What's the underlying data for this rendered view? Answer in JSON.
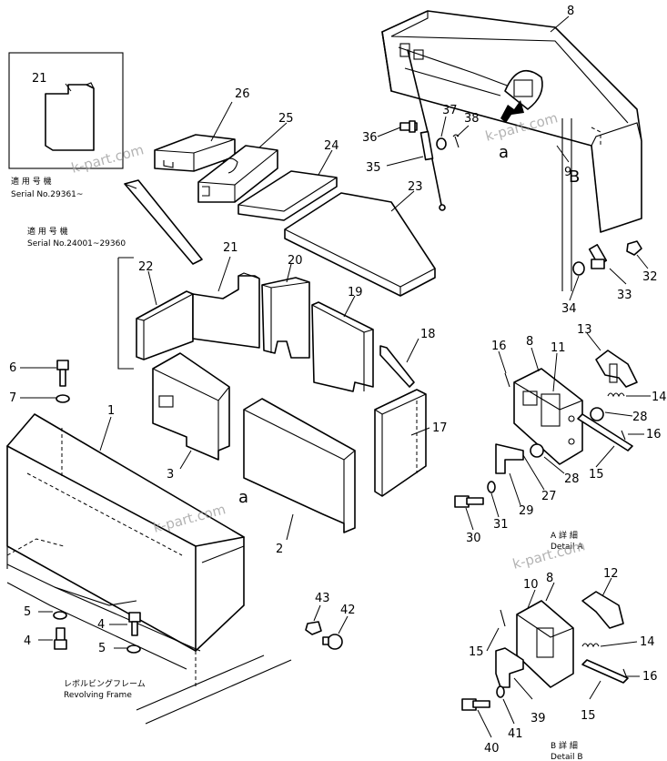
{
  "notes": {
    "inset_jp": "適 用 号 機",
    "inset_serial": "Serial No.29361~",
    "main_jp": "適 用 号 機",
    "main_serial": "Serial No.24001~29360",
    "frame_jp": "レボルビングフレーム",
    "frame_en": "Revolving Frame",
    "detail_a_jp": "A  詳  細",
    "detail_a_en": "Detail A",
    "detail_b_jp": "B  詳  細",
    "detail_b_en": "Detail B"
  },
  "letters": {
    "a_top": "a",
    "b_top": "B",
    "a_mid": "a"
  },
  "watermarks": [
    "k-part.com",
    "k-part.com",
    "k-part.com",
    "k-part.com"
  ],
  "callouts": {
    "c1": "1",
    "c2": "2",
    "c3": "3",
    "c4a": "4",
    "c4b": "4",
    "c5a": "5",
    "c5b": "5",
    "c6": "6",
    "c7": "7",
    "c8a": "8",
    "c8b": "8",
    "c8c": "8",
    "c9": "9",
    "c10": "10",
    "c11": "11",
    "c12": "12",
    "c13": "13",
    "c14a": "14",
    "c14b": "14",
    "c15a": "15",
    "c15b": "15",
    "c15c": "15",
    "c16a": "16",
    "c16b": "16",
    "c16c": "16",
    "c17": "17",
    "c18": "18",
    "c19": "19",
    "c20": "20",
    "c21a": "21",
    "c21b": "21",
    "c22": "22",
    "c23": "23",
    "c24": "24",
    "c25": "25",
    "c26": "26",
    "c27": "27",
    "c28a": "28",
    "c28b": "28",
    "c29": "29",
    "c30": "30",
    "c31": "31",
    "c32": "32",
    "c33": "33",
    "c34": "34",
    "c35": "35",
    "c36": "36",
    "c37": "37",
    "c38": "38",
    "c39": "39",
    "c40": "40",
    "c41": "41",
    "c42": "42",
    "c43": "43"
  }
}
